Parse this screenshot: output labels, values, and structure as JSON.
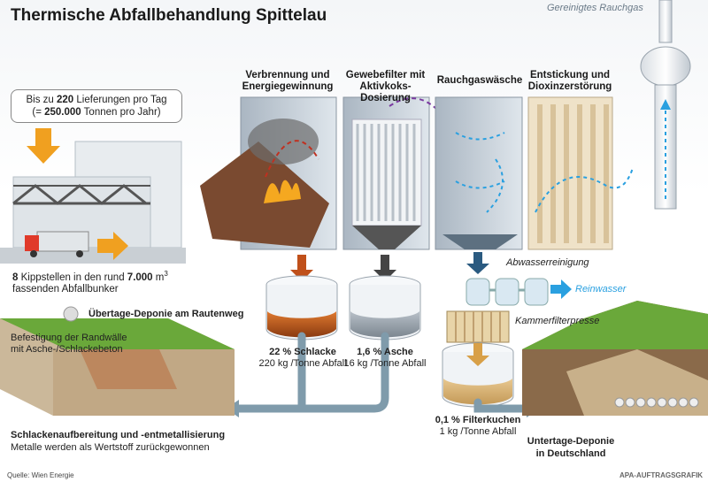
{
  "title": "Thermische Abfallbehandlung Spittelau",
  "top_right_label": "Gereinigtes Rauchgas",
  "stages": {
    "s1": "Verbrennung und\nEnergiegewinnung",
    "s2": "Gewebefilter mit\nAktivkoks-Dosierung",
    "s3": "Rauchgaswäsche",
    "s4": "Entstickung und\nDioxinzerstörung"
  },
  "deliveries": {
    "line1_pre": "Bis zu ",
    "line1_num": "220",
    "line1_post": " Lieferungen pro Tag",
    "line2_pre": "(= ",
    "line2_num": "250.000",
    "line2_post": " Tonnen pro Jahr)"
  },
  "bunker": {
    "num1": "8",
    "text1": " Kippstellen in den rund ",
    "num2": "7.000",
    "unit": " m",
    "sup": "3",
    "line2": "fassenden Abfallbunker"
  },
  "landfill_top": {
    "title": "Übertage-Deponie am Rautenweg",
    "note_line1": "Befestigung der Randwälle",
    "note_line2": "mit Asche-/Schlackebeton"
  },
  "slag": {
    "percent": "22 % Schlacke",
    "rate": "220 kg /Tonne Abfall"
  },
  "ash": {
    "percent": "1,6 % Asche",
    "rate": "16 kg /Tonne Abfall"
  },
  "filtercake": {
    "percent": "0,1 % Filterkuchen",
    "rate": "1 kg /Tonne Abfall"
  },
  "abwasser": "Abwasserreinigung",
  "reinwasser": "Reinwasser",
  "kammerfilter": "Kammerfilterpresse",
  "slag_processing": {
    "title": "Schlackenaufbereitung und -entmetallisierung",
    "line2": "Metalle werden als Wertstoff zurückgewonnen"
  },
  "landfill_under": {
    "line1": "Untertage-Deponie",
    "line2": "in Deutschland"
  },
  "source": "Quelle: Wien Energie",
  "credit": "APA-AUFTRAGSGRAFIK",
  "colors": {
    "arrow_orange": "#f0a020",
    "slag_arrow": "#c0501a",
    "ash_arrow": "#444444",
    "water_blue": "#2aa0e0",
    "pipe_gray": "#7f9bab",
    "grass": "#6aa83a"
  }
}
